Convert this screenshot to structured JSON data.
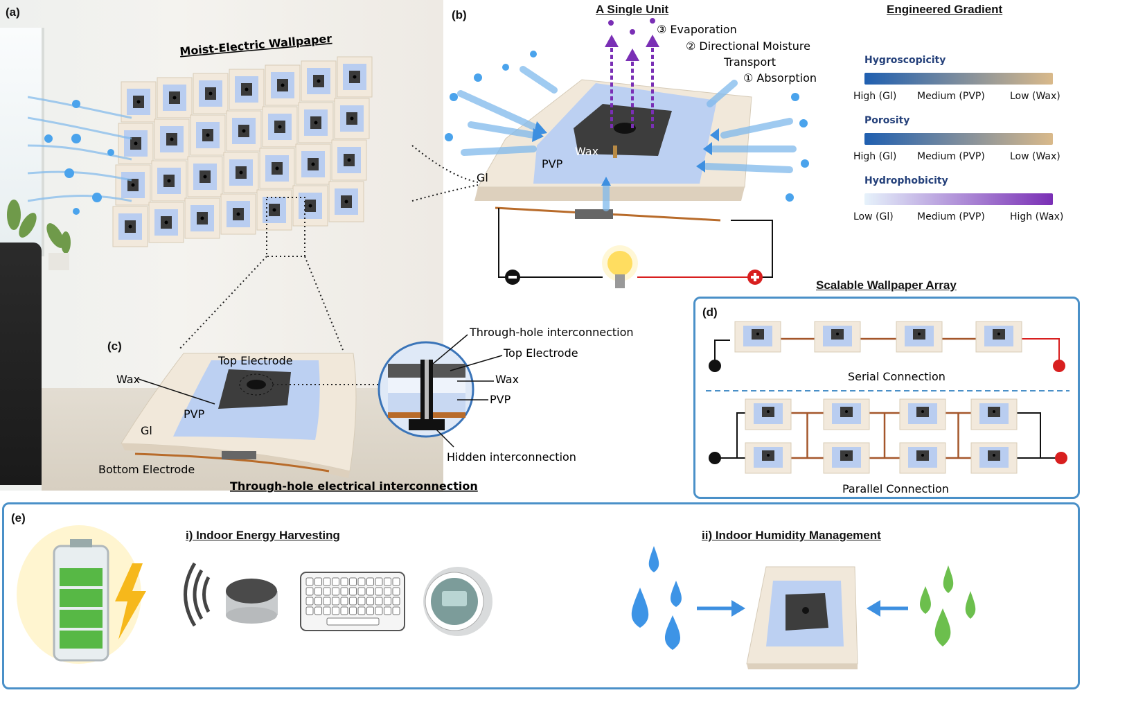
{
  "panels": {
    "a": {
      "label": "(a)",
      "title": "Moist-Electric Wallpaper"
    },
    "b": {
      "label": "(b)",
      "title": "A Single Unit",
      "steps": [
        "③ Evaporation",
        "② Directional Moisture",
        "Transport",
        "① Absorption"
      ],
      "layer_labels": {
        "wax": "Wax",
        "pvp": "PVP",
        "gl": "Gl"
      }
    },
    "c": {
      "label": "(c)",
      "title": "Through-hole electrical interconnection",
      "labels": {
        "top_electrode": "Top Electrode",
        "wax": "Wax",
        "pvp": "PVP",
        "gl": "Gl",
        "bottom_electrode": "Bottom Electrode"
      },
      "callouts": {
        "through_hole": "Through-hole interconnection",
        "top_electrode": "Top Electrode",
        "wax": "Wax",
        "pvp": "PVP",
        "hidden": "Hidden interconnection"
      }
    },
    "gradient": {
      "title": "Engineered Gradient",
      "bars": [
        {
          "name": "Hygroscopicity",
          "left": "High (Gl)",
          "mid": "Medium (PVP)",
          "right": "Low (Wax)",
          "from": "#1f5fb0",
          "to": "#d9b98a"
        },
        {
          "name": "Porosity",
          "left": "High (Gl)",
          "mid": "Medium (PVP)",
          "right": "Low (Wax)",
          "from": "#1f5fb0",
          "to": "#d9b98a"
        },
        {
          "name": "Hydrophobicity",
          "left": "Low (Gl)",
          "mid": "Medium (PVP)",
          "right": "High (Wax)",
          "from": "#e6f2fb",
          "to": "#7a2fb5"
        }
      ]
    },
    "d": {
      "label": "(d)",
      "title": "Scalable Wallpaper Array",
      "serial": "Serial Connection",
      "parallel": "Parallel Connection"
    },
    "e": {
      "label": "(e)",
      "sub1": "i) Indoor Energy Harvesting",
      "sub2": "ii) Indoor Humidity Management"
    }
  },
  "colors": {
    "frame": "#4a90c8",
    "tile": "#f2e9dc",
    "pvp": "#b9cdf0",
    "wax": "#3a3a3a",
    "arrow_blue": "#3d8fe0",
    "arrow_purple": "#7a2fb5",
    "wire_red": "#d81f1f",
    "drop_green": "#5fb84a"
  },
  "icons": [
    "water-drop-icon",
    "light-bulb-icon",
    "battery-icon",
    "lightning-icon",
    "wifi-icon",
    "keyboard-icon",
    "thermostat-icon",
    "arrow-icon"
  ]
}
